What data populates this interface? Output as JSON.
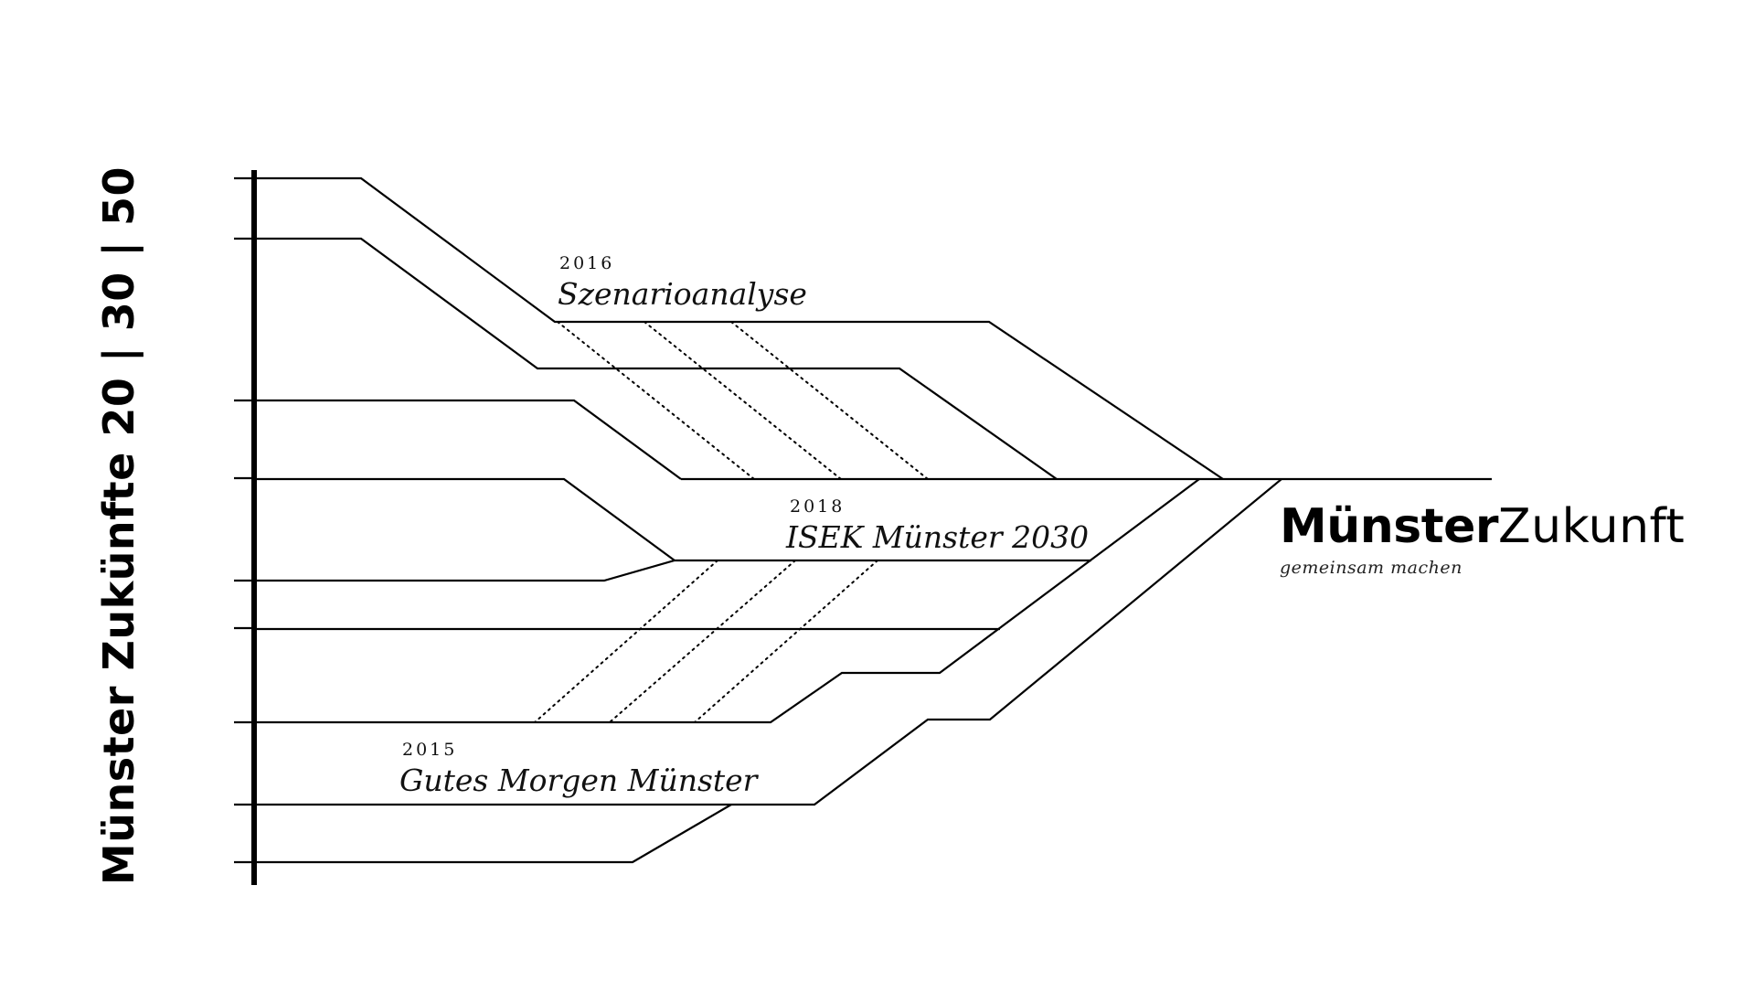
{
  "title": "Münster Zukünfte 20 | 30 | 50",
  "milestones": [
    {
      "id": "scenario",
      "year": "2016",
      "label": "Szenarioanalyse"
    },
    {
      "id": "isek",
      "year": "2018",
      "label": "ISEK Münster 2030"
    },
    {
      "id": "gutes",
      "year": "2015",
      "label": "Gutes Morgen Münster"
    }
  ],
  "brand": {
    "name_strong": "Münster",
    "name_light": "Zukunft",
    "tagline": "gemeinsam machen"
  },
  "colors": {
    "ink": "#000000",
    "background": "#ffffff"
  }
}
